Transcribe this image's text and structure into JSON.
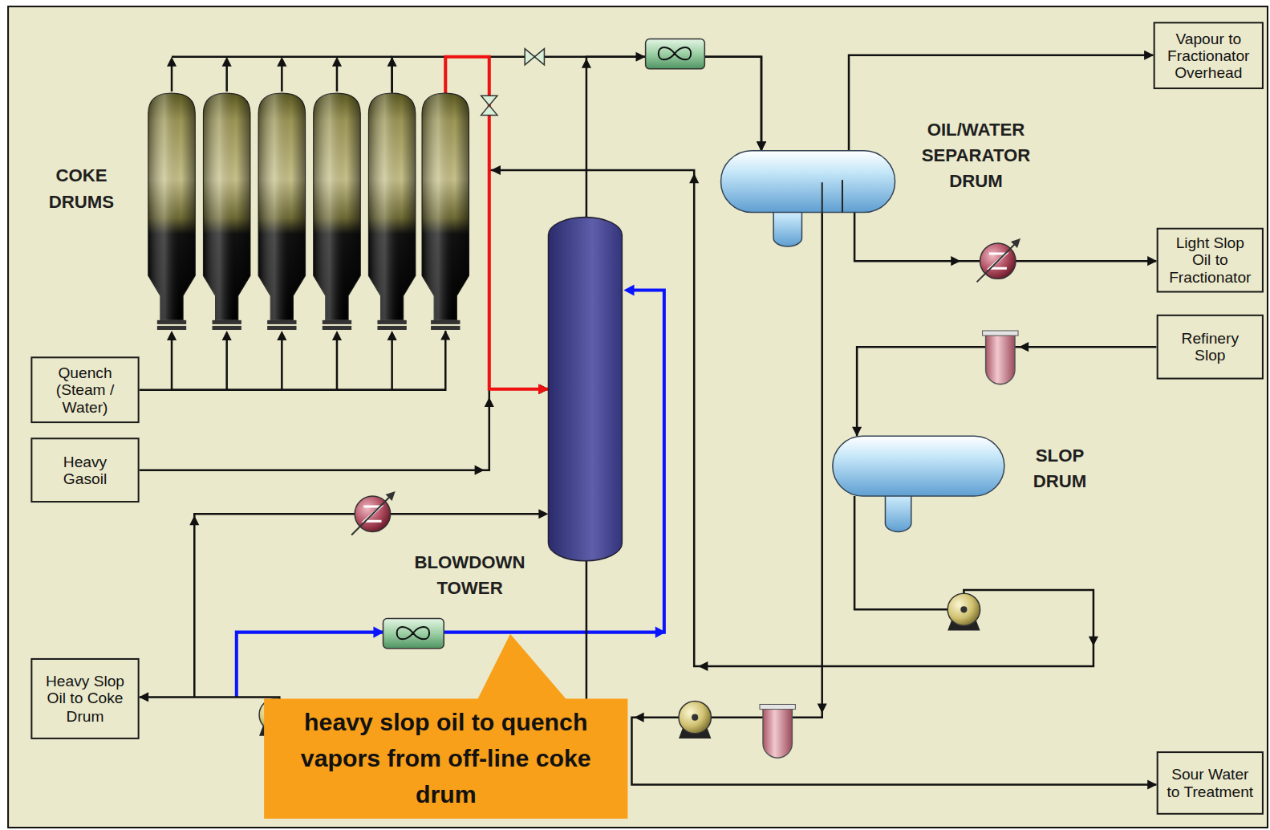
{
  "diagram": {
    "nodes": [
      {
        "text": [
          "Vapour to Fractionator Overhead"
        ]
      },
      {
        "text": [
          "COKE DRUMS"
        ]
      },
      {
        "text": [
          "OIL/WATER SEPARATOR DRUM"
        ]
      },
      {
        "text": [
          "Light Slop Oil to Fractionator"
        ]
      },
      {
        "text": [
          "Refinery Slop"
        ]
      },
      {
        "text": [
          "Quench (Steam / Water)"
        ]
      },
      {
        "text": [
          "Heavy Gasoil"
        ]
      },
      {
        "text": [
          "SLOP DRUM"
        ]
      },
      {
        "text": [
          "BLOWDOWN TOWER"
        ]
      },
      {
        "text": [
          "Heavy Slop Oil to Coke Drum"
        ]
      },
      {
        "text": [
          "heavy slop oil to quench vapors from off-line coke drum"
        ]
      },
      {
        "text": [
          "Sour Water to Treatment"
        ]
      }
    ],
    "edges": [
      {
        "from": 5,
        "to": 1,
        "arrow": "to"
      },
      {
        "from": 1,
        "to": 8,
        "arrow": "to"
      },
      {
        "from": 1,
        "to": 2,
        "arrow": "to"
      },
      {
        "from": 8,
        "to": 2,
        "arrow": "to"
      },
      {
        "from": 2,
        "to": 0,
        "arrow": "to"
      },
      {
        "from": 2,
        "to": 3,
        "arrow": "to"
      },
      {
        "from": 4,
        "to": 7,
        "arrow": "to"
      },
      {
        "from": 7,
        "to": 8,
        "arrow": "to"
      },
      {
        "from": 2,
        "to": 11,
        "arrow": "to"
      },
      {
        "from": 8,
        "to": 9,
        "arrow": "to"
      },
      {
        "from": 6,
        "to": 8,
        "arrow": "to"
      }
    ]
  }
}
